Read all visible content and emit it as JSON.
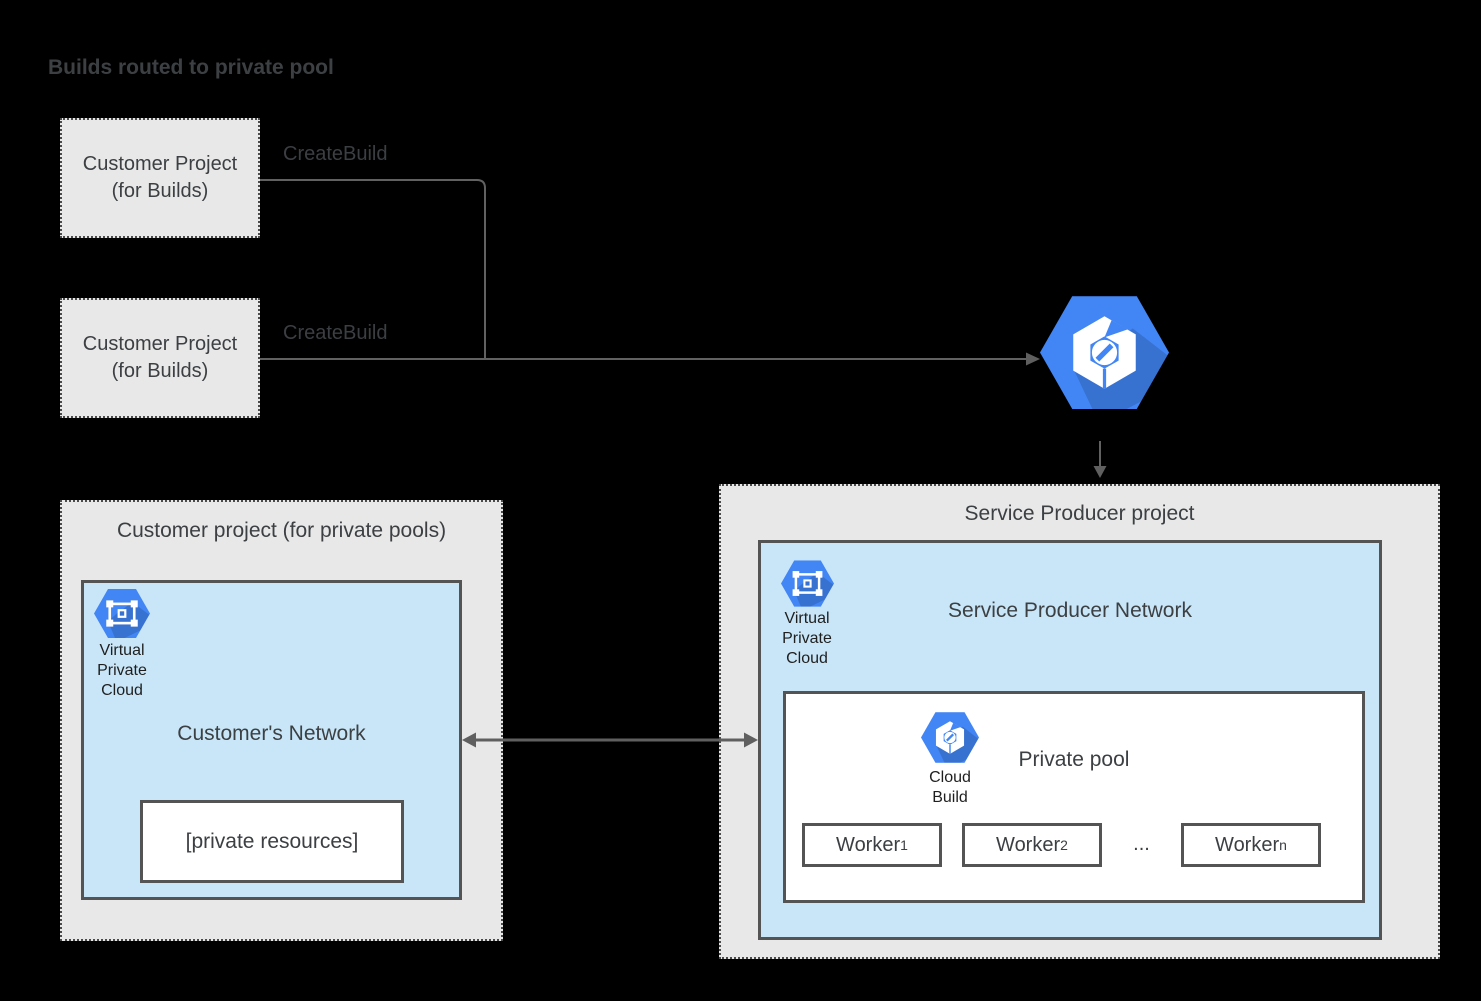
{
  "page_title": "Builds routed to private pool",
  "build_projects": {
    "boxes": [
      {
        "line1": "Customer Project",
        "line2": "(for Builds)"
      },
      {
        "line1": "Customer Project",
        "line2": "(for Builds)"
      }
    ],
    "arrow_labels": [
      "CreateBuild",
      "CreateBuild"
    ]
  },
  "customer_pool_project": {
    "title": "Customer project (for private pools)",
    "network": {
      "vpc_caption": {
        "line1": "Virtual",
        "line2": "Private",
        "line3": "Cloud"
      },
      "title": "Customer's Network",
      "private_resources_label": "[private resources]"
    }
  },
  "service_producer_project": {
    "title": "Service Producer project",
    "network": {
      "vpc_caption": {
        "line1": "Virtual",
        "line2": "Private",
        "line3": "Cloud"
      },
      "title": "Service Producer Network",
      "private_pool": {
        "cloud_build_caption": {
          "line1": "Cloud",
          "line2": "Build"
        },
        "title": "Private pool",
        "workers": [
          {
            "base": "Worker",
            "sub": "1"
          },
          {
            "base": "Worker",
            "sub": "2"
          },
          {
            "base": "Worker",
            "sub": "n"
          }
        ],
        "ellipsis": "..."
      }
    }
  },
  "icons": {
    "cloud_build": "cloud-build-icon",
    "vpc": "virtual-private-cloud-icon"
  },
  "colors": {
    "background": "#000000",
    "project_box_fill": "#e8e8e8",
    "network_box_fill": "#c9e6f8",
    "box_border": "#545454",
    "dotted_border": "#4a4a4a",
    "connector_line": "#616161",
    "text": "#3c4043",
    "caption_text": "#1f1f1f",
    "icon_blue": "#4285f4",
    "white": "#ffffff"
  }
}
